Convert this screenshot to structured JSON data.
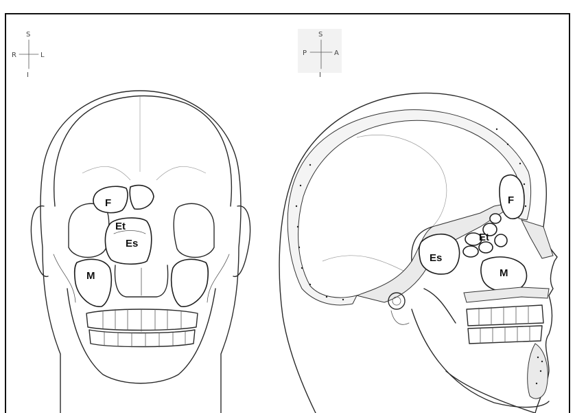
{
  "frontal_view": {
    "compass": {
      "superior": "S",
      "inferior": "I",
      "right": "R",
      "left": "L"
    },
    "labels": {
      "frontal": "F",
      "ethmoid": "Et",
      "sphenoid": "Es",
      "maxillary": "M"
    }
  },
  "lateral_view": {
    "compass": {
      "superior": "S",
      "inferior": "I",
      "posterior": "P",
      "anterior": "A"
    },
    "labels": {
      "frontal": "F",
      "ethmoid": "Et",
      "sphenoid": "Es",
      "maxillary": "M"
    }
  }
}
